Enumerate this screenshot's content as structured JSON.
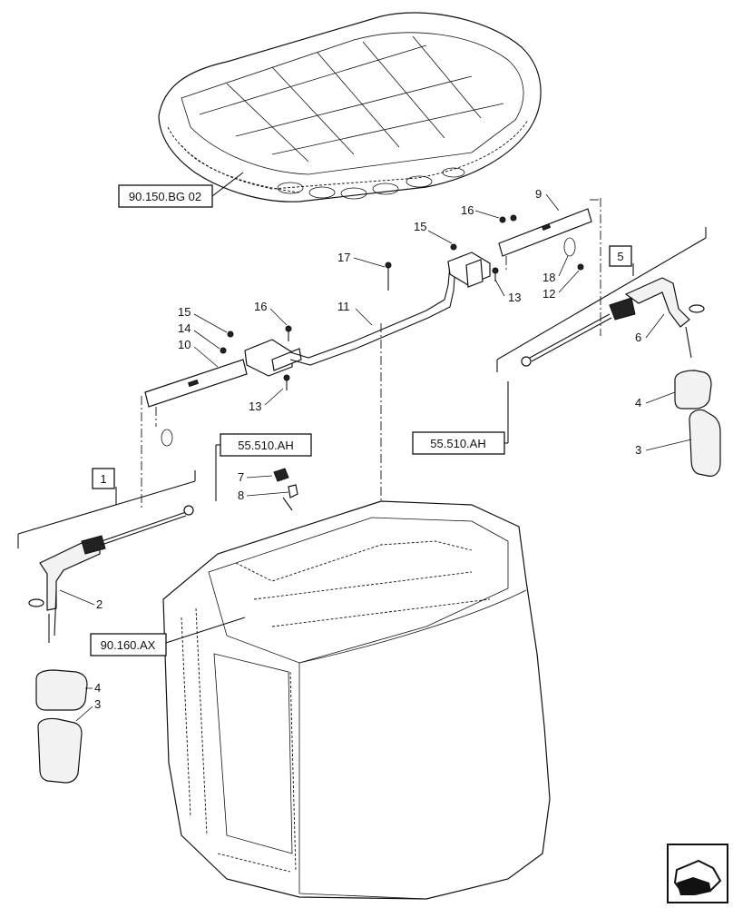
{
  "references": {
    "roof": "90.150.BG 02",
    "harness_right": "55.510.AH",
    "harness_left": "55.510.AH",
    "cab": "90.160.AX"
  },
  "group_labels": {
    "left_group": "1",
    "right_group": "5"
  },
  "callouts": {
    "c2": "2",
    "c3_left": "3",
    "c4_left": "4",
    "c3_right": "3",
    "c4_right": "4",
    "c6": "6",
    "c7": "7",
    "c8": "8",
    "c9": "9",
    "c10": "10",
    "c11": "11",
    "c12": "12",
    "c13_left": "13",
    "c13_right": "13",
    "c14": "14",
    "c15_left": "15",
    "c15_right": "15",
    "c16_left": "16",
    "c16_right": "16",
    "c17": "17",
    "c18": "18"
  },
  "icons": {
    "corner": "next-page-arrow-icon"
  }
}
